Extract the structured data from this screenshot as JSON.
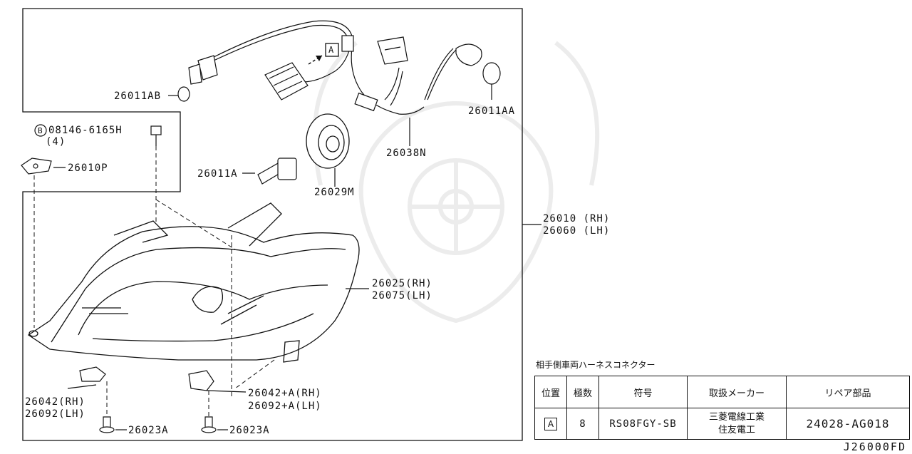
{
  "labels": {
    "p26011AB": "26011AB",
    "p26011AA": "26011AA",
    "p26038N": "26038N",
    "bolt_code": "08146-6165H",
    "bolt_qty": "(4)",
    "bolt_circle": "B",
    "p26010P": "26010P",
    "p26011A": "26011A",
    "p26029M": "26029M",
    "p26010": "26010 (RH)",
    "p26060": "26060 (LH)",
    "p26025": "26025(RH)",
    "p26075": "26075(LH)",
    "p26042": "26042(RH)",
    "p26092": "26092(LH)",
    "p26042A": "26042+A(RH)",
    "p26092A": "26092+A(LH)",
    "p26023A_1": "26023A",
    "p26023A_2": "26023A",
    "connector_tag": "A"
  },
  "connector_table": {
    "title": "相手側車両ハーネスコネクター",
    "headers": [
      "位置",
      "極数",
      "符号",
      "取扱メーカー",
      "リペア部品"
    ],
    "row": {
      "position": "A",
      "poles": "8",
      "code": "RS08FGY-SB",
      "maker_1": "三菱電線工業",
      "maker_2": "住友電工",
      "repair": "24028-AG018"
    }
  },
  "diagram_code": "J26000FD"
}
